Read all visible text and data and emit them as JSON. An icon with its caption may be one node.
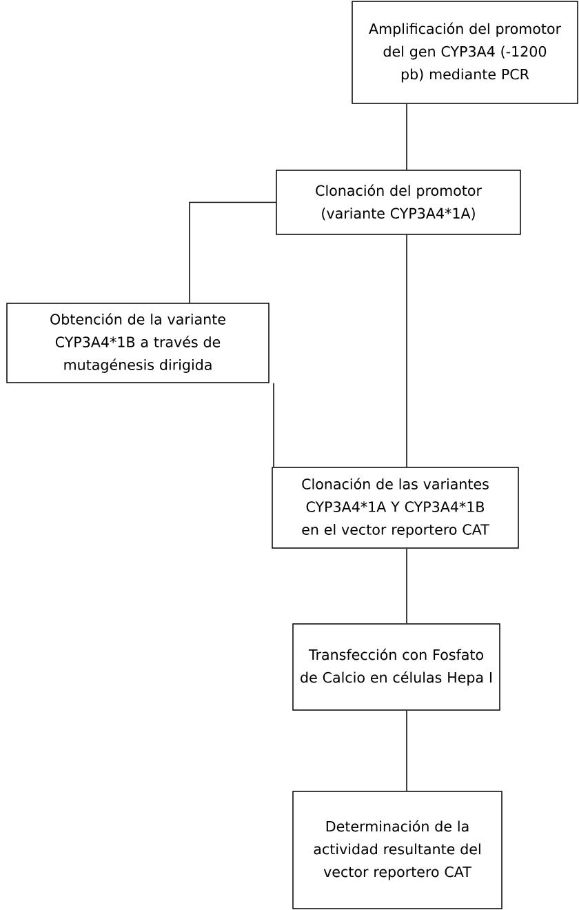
{
  "diagram": {
    "nodes": [
      {
        "text": [
          "Amplificación del promotor del gen CYP3A4 (-1200 pb) mediante PCR"
        ]
      },
      {
        "text": [
          "Clonación del promotor (variante CYP3A4*1A)"
        ]
      },
      {
        "text": [
          "Obtención de la variante CYP3A4*1B a través de mutagénesis dirigida"
        ]
      },
      {
        "text": [
          "Clonación de las variantes CYP3A4*1A Y CYP3A4*1B en el vector reportero CAT"
        ]
      },
      {
        "text": [
          "Transfección con Fosfato de Calcio en células Hepa I"
        ]
      },
      {
        "text": [
          "Determinación de la actividad resultante del vector reportero CAT"
        ]
      }
    ],
    "edges": [
      {
        "from": 0,
        "to": 1,
        "arrow": "none"
      },
      {
        "from": 1,
        "to": 2,
        "arrow": "none"
      },
      {
        "from": 2,
        "to": 3,
        "arrow": "none"
      },
      {
        "from": 1,
        "to": 3,
        "arrow": "none"
      },
      {
        "from": 3,
        "to": 4,
        "arrow": "none"
      },
      {
        "from": 4,
        "to": 5,
        "arrow": "none"
      }
    ]
  }
}
